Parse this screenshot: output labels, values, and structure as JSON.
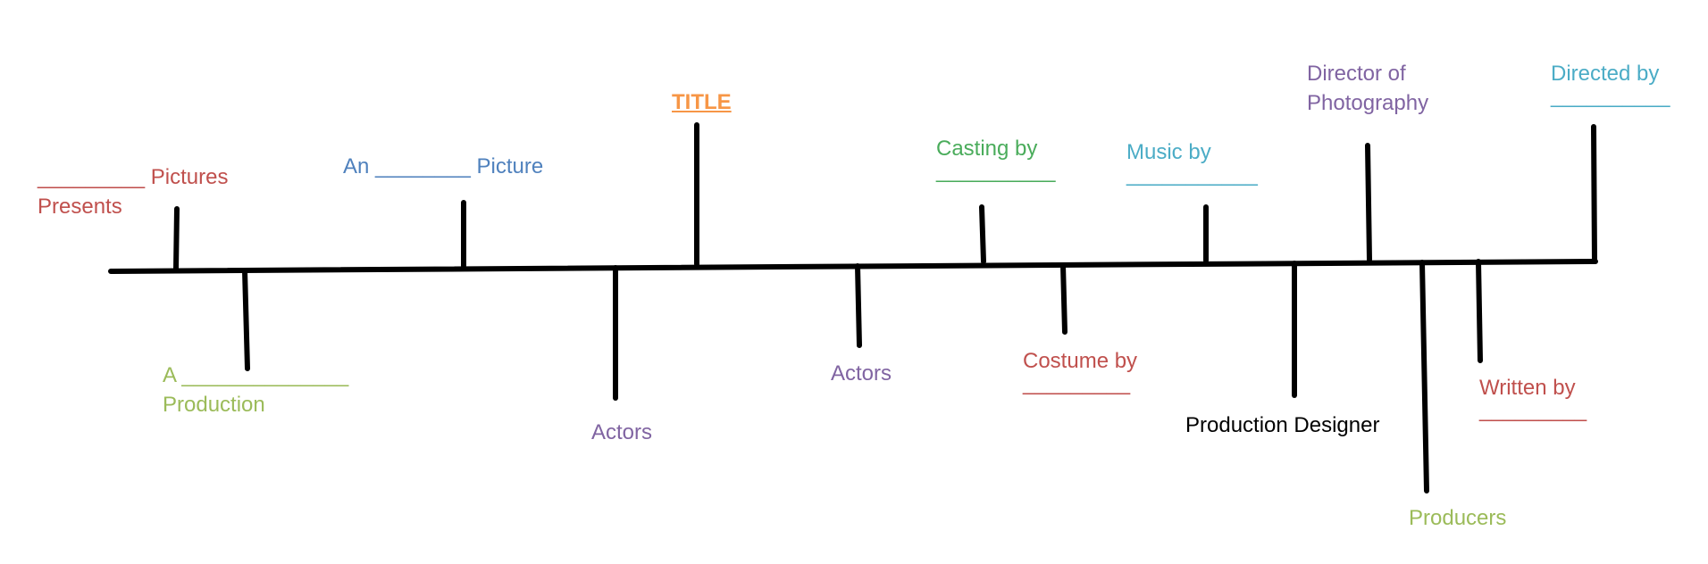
{
  "colors": {
    "line": "#000000",
    "red": "#c0504d",
    "blue": "#4f81bd",
    "orange": "#f79646",
    "green": "#4aac5b",
    "cyan": "#4bacc6",
    "purple": "#8064a2",
    "lime": "#9bbb59",
    "black": "#000000"
  },
  "labels": {
    "pictures": {
      "line1": "_________ Pictures",
      "line2": "Presents"
    },
    "an_picture": "An ________ Picture",
    "title": "TITLE",
    "casting": {
      "line1": "Casting by",
      "line2": "__________"
    },
    "music": {
      "line1": "Music by",
      "line2": "___________"
    },
    "dop": {
      "line1": "Director of",
      "line2": "Photography"
    },
    "directed": {
      "line1": "Directed by",
      "line2": "__________"
    },
    "production": {
      "line1": "A ______________",
      "line2": "Production"
    },
    "actors_1": "Actors",
    "actors_2": "Actors",
    "costume": {
      "line1": "Costume by",
      "line2": "_________"
    },
    "production_designer": "Production Designer",
    "producers": "Producers",
    "written": {
      "line1": "Written by",
      "line2": "_________"
    }
  }
}
